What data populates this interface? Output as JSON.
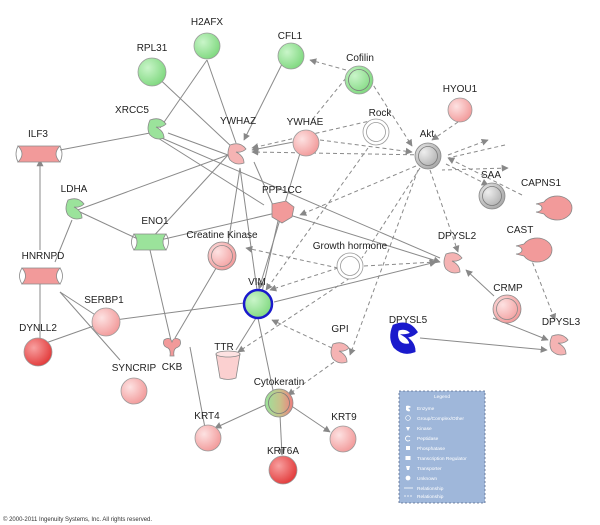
{
  "colors": {
    "green_fill": "#9be39b",
    "pink_fill": "#f5b3b3",
    "light_pink_fill": "#fbd0d0",
    "red_fill": "#ea4f4f",
    "gray_fill": "#c4c4c4",
    "white_fill": "#ffffff",
    "highlight_stroke": "#1a1acc",
    "legend_bg": "#9fb7da"
  },
  "nodes": {
    "h2afx": "H2AFX",
    "cfl1": "CFL1",
    "rpl31": "RPL31",
    "cofilin": "Cofilin",
    "hyou1": "HYOU1",
    "xrcc5": "XRCC5",
    "ywhaz": "YWHAZ",
    "ywhae": "YWHAE",
    "rock": "Rock",
    "ilf3": "ILF3",
    "akt": "Akt",
    "saa": "SAA",
    "capns1": "CAPNS1",
    "ldha": "LDHA",
    "ppp1cc": "PPP1CC",
    "eno1": "ENO1",
    "creatine_kinase": "Creatine Kinase",
    "cast": "CAST",
    "growth_hormone": "Growth hormone",
    "dpysl2": "DPYSL2",
    "hnrnpd": "HNRNPD",
    "vim": "VIM",
    "serbp1": "SERBP1",
    "crmp": "CRMP",
    "dpysl5": "DPYSL5",
    "dpysl3": "DPYSL3",
    "dynll2": "DYNLL2",
    "gpi": "GPI",
    "ckb": "CKB",
    "ttr": "TTR",
    "syncrip": "SYNCRIP",
    "cytokeratin": "Cytokeratin",
    "krt4": "KRT4",
    "krt9": "KRT9",
    "krt6a": "KRT6A"
  },
  "legend": {
    "title": "Legend",
    "items": [
      {
        "label": "Enzyme",
        "icon": "enzyme-icon"
      },
      {
        "label": "Group/Complex/Other",
        "icon": "group-icon"
      },
      {
        "label": "Kinase",
        "icon": "kinase-icon"
      },
      {
        "label": "Peptidase",
        "icon": "peptidase-icon"
      },
      {
        "label": "Phosphatase",
        "icon": "phosphatase-icon"
      },
      {
        "label": "Transcription Regulator",
        "icon": "transcription-regulator-icon"
      },
      {
        "label": "Transporter",
        "icon": "transporter-icon"
      },
      {
        "label": "Unknown",
        "icon": "unknown-icon"
      },
      {
        "label": "Relationship",
        "icon": "solid-line-icon"
      },
      {
        "label": "Relationship",
        "icon": "dashed-line-icon"
      }
    ]
  },
  "copyright": "© 2000-2011 Ingenuity Systems, Inc. All rights reserved."
}
